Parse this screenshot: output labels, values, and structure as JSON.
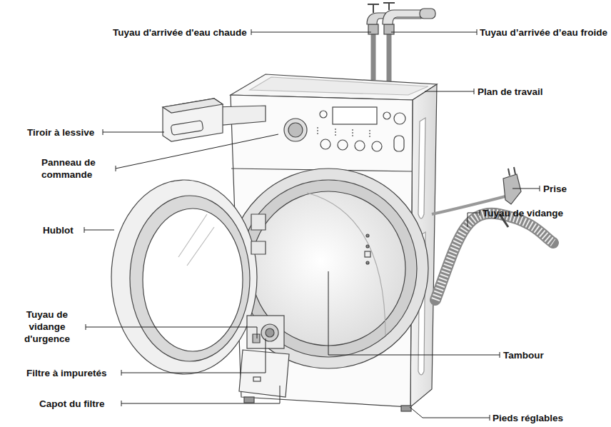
{
  "diagram": {
    "labels": [
      "Tuyau d'arrivée d'eau chaude",
      "Tuyau d’arrivée d’eau froide",
      "Plan de travail",
      "Tiroir à lessive",
      "Panneau de commande",
      "Prise",
      "Hublot",
      "Tuyau de vidange",
      "Tuyau de vidange d'urgence",
      "Tambour",
      "Filtre à impuretés",
      "Capot du filtre",
      "Pieds réglables"
    ]
  }
}
